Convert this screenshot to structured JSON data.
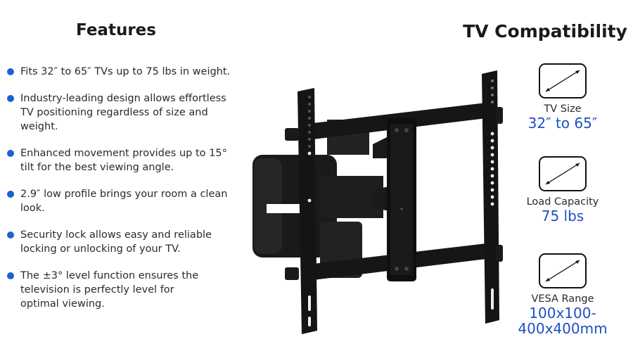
{
  "features": {
    "title": "Features",
    "bullet_color": "#1f5fd0",
    "items": [
      {
        "text": "Fits 32″ to 65″ TVs up to 75 lbs in weight."
      },
      {
        "text": "Industry-leading design allows effortless TV positioning regardless of size and weight."
      },
      {
        "text": "Enhanced movement provides up to 15° tilt for the best viewing angle."
      },
      {
        "text": "2.9″ low profile brings your room a clean look."
      },
      {
        "text": "Security lock allows easy and reliable locking or unlocking of your TV."
      },
      {
        "text": "The ±3° level function ensures the television is perfectly level for optimal viewing."
      }
    ]
  },
  "product_image": {
    "alt": "Full-motion articulating TV wall mount bracket (black)"
  },
  "compatibility": {
    "title": "TV Compatibility",
    "value_color": "#1f4fc4",
    "specs": [
      {
        "icon": "diagonal-size-icon",
        "label": "TV Size",
        "value": "32″ to 65″"
      },
      {
        "icon": "diagonal-size-icon",
        "label": "Load Capacity",
        "value": "75 lbs"
      },
      {
        "icon": "diagonal-size-icon",
        "label": "VESA Range",
        "value_line1": "100x100-",
        "value_line2": "400x400mm"
      }
    ]
  }
}
